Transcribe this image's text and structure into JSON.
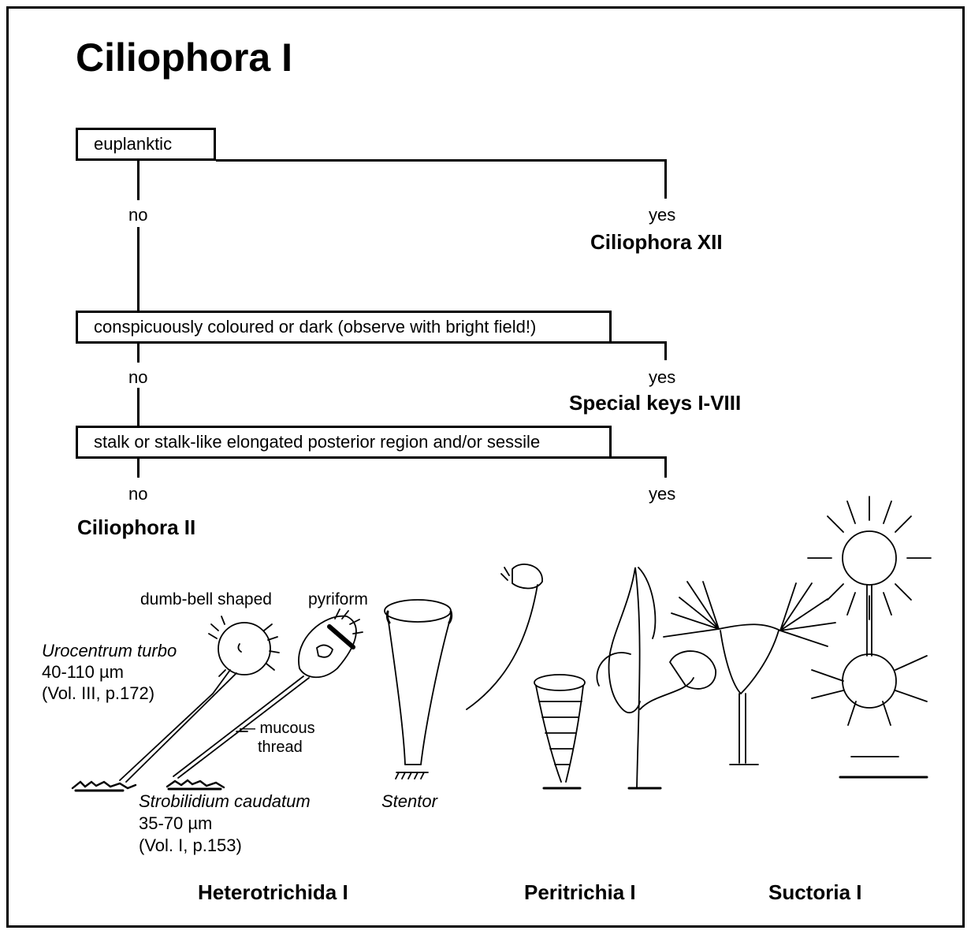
{
  "title": "Ciliophora I",
  "steps": [
    {
      "question": "euplanktic",
      "no": "no",
      "yes": "yes",
      "yes_result": "Ciliophora XII"
    },
    {
      "question": "conspicuously coloured or dark (observe with bright field!)",
      "no": "no",
      "yes": "yes",
      "yes_result": "Special keys I-VIII"
    },
    {
      "question": "stalk or stalk-like elongated posterior region and/or sessile",
      "no": "no",
      "yes": "yes",
      "no_result": "Ciliophora II"
    }
  ],
  "illustration_labels": {
    "dumbbell": "dumb-bell shaped",
    "pyriform": "pyriform",
    "urocentrum_name": "Urocentrum turbo",
    "urocentrum_size": "40-110 µm",
    "urocentrum_ref": "(Vol. III, p.172)",
    "mucous_line1": "— mucous",
    "mucous_line2": "thread",
    "strobilidium_name": "Strobilidium caudatum",
    "strobilidium_size": "35-70 µm",
    "strobilidium_ref": "(Vol. I, p.153)",
    "stentor": "Stentor"
  },
  "groups": [
    "Heterotrichida I",
    "Peritrichia I",
    "Suctoria I"
  ]
}
